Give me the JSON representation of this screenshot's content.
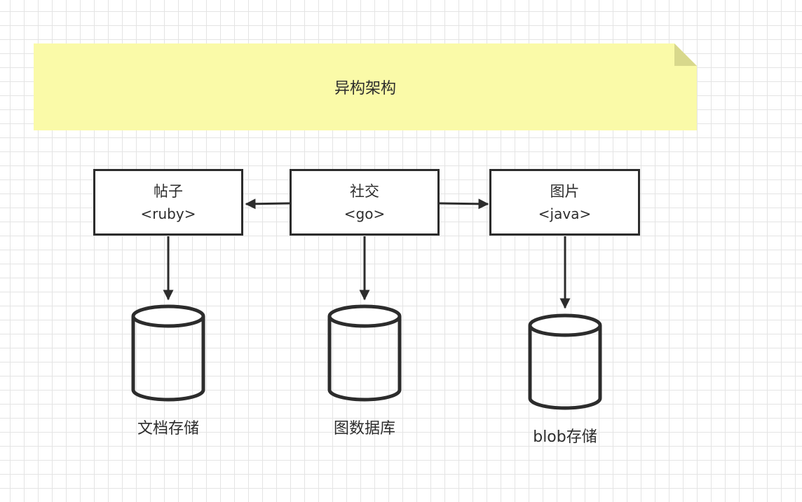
{
  "note": {
    "title": "异构架构",
    "fill_color": "#fafaa8",
    "fold_color": "#d8d88c"
  },
  "services": [
    {
      "name": "帖子",
      "lang": "<ruby>"
    },
    {
      "name": "社交",
      "lang": "<go>"
    },
    {
      "name": "图片",
      "lang": "<java>"
    }
  ],
  "stores": [
    {
      "label": "文档存储"
    },
    {
      "label": "图数据库"
    },
    {
      "label": "blob存储"
    }
  ],
  "colors": {
    "stroke": "#2c2c2c",
    "grid": "#e4e4e4",
    "background": "#ffffff"
  }
}
